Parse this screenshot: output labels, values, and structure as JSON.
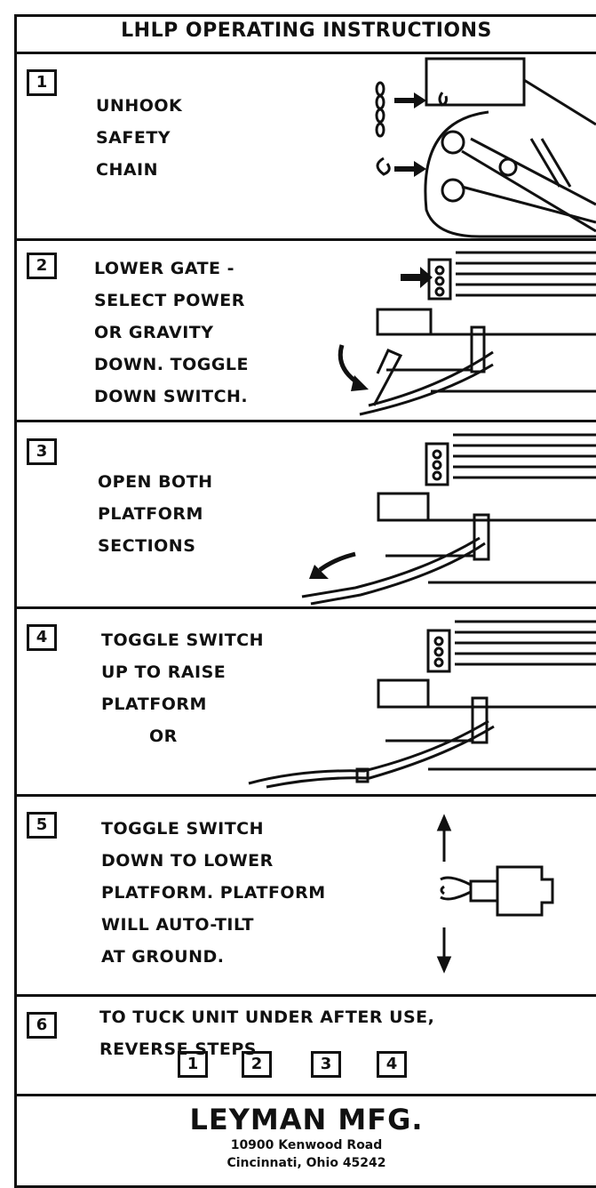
{
  "title": "LHLP OPERATING INSTRUCTIONS",
  "steps": [
    {
      "number": "1",
      "lines": [
        "UNHOOK",
        "SAFETY",
        "CHAIN"
      ]
    },
    {
      "number": "2",
      "lines": [
        "LOWER GATE -",
        "SELECT POWER",
        "OR GRAVITY",
        "DOWN. TOGGLE",
        "DOWN SWITCH."
      ]
    },
    {
      "number": "3",
      "lines": [
        "OPEN BOTH",
        "PLATFORM",
        "SECTIONS"
      ]
    },
    {
      "number": "4",
      "lines": [
        "TOGGLE SWITCH",
        "UP TO RAISE",
        "PLATFORM",
        "OR"
      ]
    },
    {
      "number": "5",
      "lines": [
        "TOGGLE SWITCH",
        "DOWN TO LOWER",
        "PLATFORM. PLATFORM",
        "WILL AUTO-TILT",
        "AT GROUND."
      ]
    },
    {
      "number": "6",
      "lines": [
        "TO TUCK UNIT UNDER AFTER USE,",
        "REVERSE STEPS"
      ]
    }
  ],
  "reverse_steps": [
    "1",
    "2",
    "3",
    "4"
  ],
  "company": {
    "name": "LEYMAN MFG.",
    "address_line1": "10900 Kenwood Road",
    "address_line2": "Cincinnati, Ohio 45242"
  },
  "icons": [
    "safety-chain-icon",
    "liftgate-illustration",
    "toggle-switch-icon",
    "arrow-right-icon",
    "arrow-curved-down-icon"
  ]
}
